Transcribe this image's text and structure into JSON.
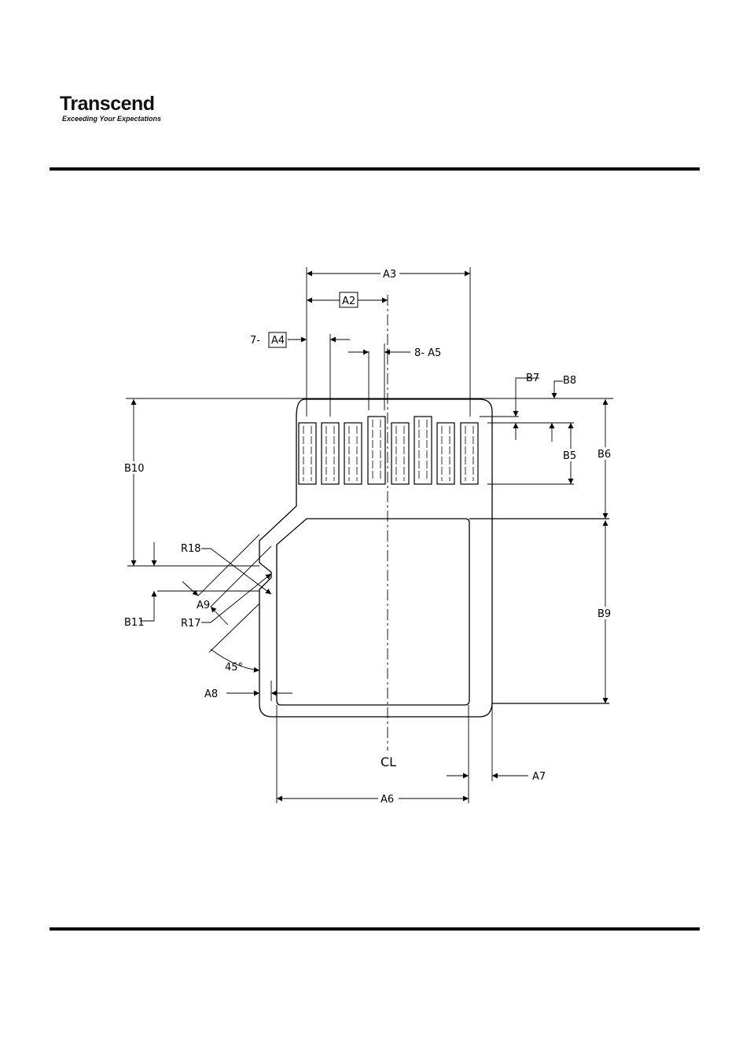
{
  "header": {
    "logo_word": "Transcend",
    "logo_tagline": "Exceeding Your Expectations"
  },
  "drawing": {
    "labels": {
      "a2": "A2",
      "a3": "A3",
      "a4": "A4",
      "a4_count": "7-",
      "a5": "8- A5",
      "a6": "A6",
      "a7": "A7",
      "a8": "A8",
      "a9": "A9",
      "b5": "B5",
      "b6": "B6",
      "b7": "B7",
      "b8": "B8",
      "b9": "B9",
      "b10": "B10",
      "b11": "B11",
      "r17": "R17",
      "r18": "R18",
      "angle": "45°",
      "centerline": "CL"
    }
  }
}
